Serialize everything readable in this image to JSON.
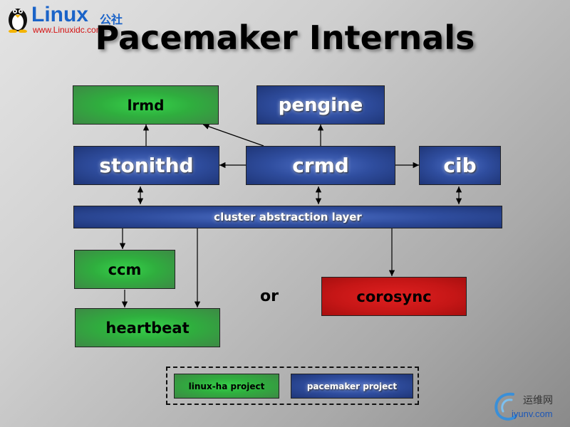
{
  "watermark_top": {
    "brand": "Linux",
    "brand_cn": "公社",
    "url": "www.Linuxidc.com"
  },
  "title": "Pacemaker Internals",
  "nodes": {
    "lrmd": "lrmd",
    "pengine": "pengine",
    "stonithd": "stonithd",
    "crmd": "crmd",
    "cib": "cib",
    "cluster_layer": "cluster abstraction layer",
    "ccm": "ccm",
    "heartbeat": "heartbeat",
    "corosync": "corosync"
  },
  "or_label": "or",
  "legend": {
    "linux_ha": "linux-ha project",
    "pacemaker": "pacemaker project"
  },
  "colors": {
    "linux_ha_green": "#2fae3e",
    "pacemaker_blue": "#2f4d9e",
    "corosync_red": "#c51616"
  },
  "watermark_bottom": {
    "site_cn": "运维网",
    "url": "iyunv.com"
  }
}
